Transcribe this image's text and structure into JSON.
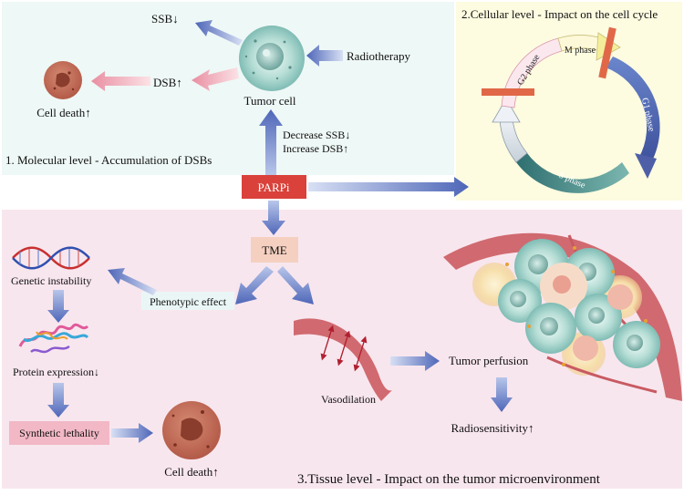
{
  "panel_molecular": {
    "caption": "1. Molecular level - Accumulation of DSBs",
    "ssb": "SSB↓",
    "dsb": "DSB↑",
    "radiotherapy": "Radiotherapy",
    "tumor_cell": "Tumor cell",
    "cell_death": "Cell death↑",
    "decrease_ssb": "Decrease SSB↓",
    "increase_dsb": "Increase DSB↑"
  },
  "parpi": "PARPi",
  "panel_cellular": {
    "caption": "2.Cellular level - Impact on the cell cycle",
    "phases": {
      "m": "M phase",
      "g1": "G1 phase",
      "s": "S phase",
      "g2": "G2 phase"
    }
  },
  "panel_tissue": {
    "caption": "3.Tissue level - Impact on the tumor microenvironment",
    "tme": "TME",
    "phenotypic_effect": "Phenotypic effect",
    "genetic_instability": "Genetic instability",
    "protein_expression": "Protein expression↓",
    "synthetic_lethality": "Synthetic lethality",
    "cell_death": "Cell death↑",
    "vasodilation": "Vasodilation",
    "tumor_perfusion": "Tumor perfusion",
    "radiosensitivity": "Radiosensitivity↑"
  },
  "colors": {
    "molecular_bg": "#eef8f6",
    "cellular_bg": "#fdfbe0",
    "tissue_bg": "#f8e6ee",
    "parpi_box": "#d9413a",
    "tme_box": "#f5d0c0",
    "arrow_blue": "#5a72c0",
    "arrow_pink": "#eea0b0",
    "vessel": "#d06a70"
  }
}
